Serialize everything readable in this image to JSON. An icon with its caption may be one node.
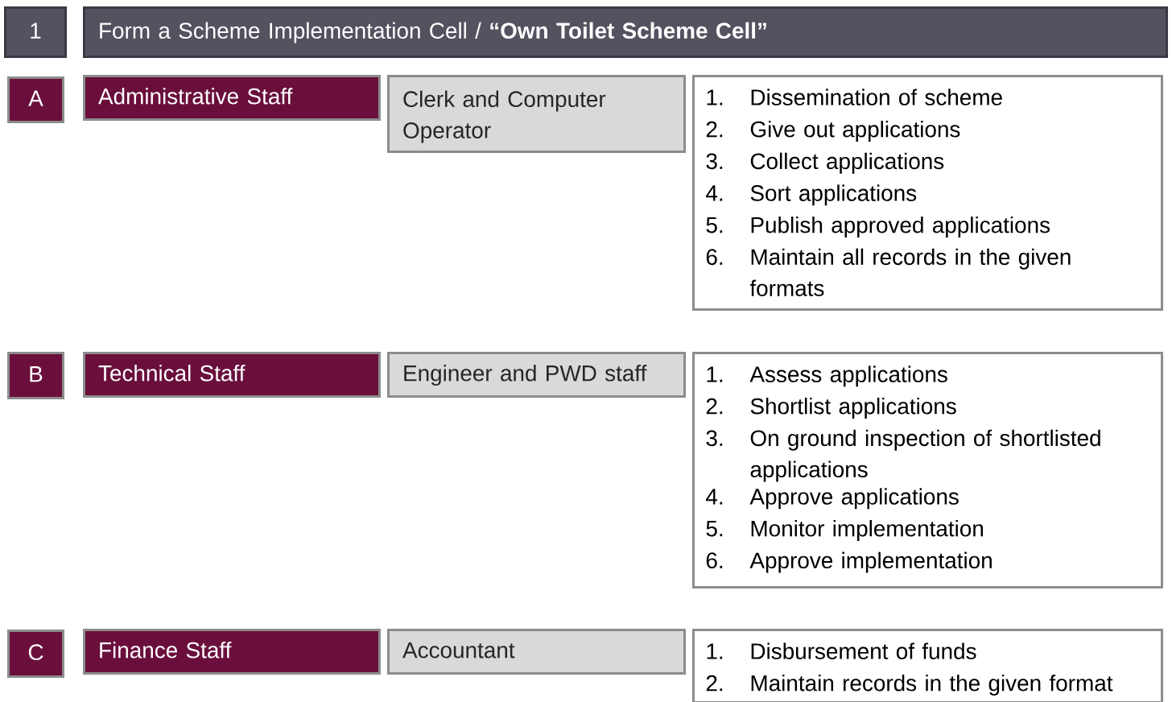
{
  "diagram": {
    "nodes": [
      {
        "text": [
          "1"
        ]
      },
      {
        "text": [
          "Form a Scheme Implementation Cell / **“Own Toilet Scheme Cell”**"
        ]
      },
      {
        "text": [
          "A"
        ]
      },
      {
        "text": [
          "Administrative Staff"
        ]
      },
      {
        "text": [
          "Clerk and Computer Operator"
        ]
      },
      {
        "text": [
          "1.",
          "Dissemination of scheme",
          "2.",
          "Give out applications",
          "3.",
          "Collect applications",
          "4.",
          "Sort applications",
          "5.",
          "Publish approved applications",
          "6.",
          "Maintain all records in the given formats"
        ]
      },
      {
        "text": [
          "B"
        ]
      },
      {
        "text": [
          "Technical Staff"
        ]
      },
      {
        "text": [
          "Engineer and PWD staff"
        ]
      },
      {
        "text": [
          "1.",
          "Assess applications",
          "2.",
          "Shortlist applications",
          "3.",
          "On ground inspection of shortlisted applications",
          "4.",
          "Approve applications",
          "5.",
          "Monitor implementation",
          "6.",
          "Approve implementation"
        ]
      },
      {
        "text": [
          "C"
        ]
      },
      {
        "text": [
          "Finance Staff"
        ]
      },
      {
        "text": [
          "Accountant"
        ]
      },
      {
        "text": [
          "1.",
          "Disbursement of funds",
          "2.",
          "Maintain records in the given format"
        ]
      }
    ]
  }
}
